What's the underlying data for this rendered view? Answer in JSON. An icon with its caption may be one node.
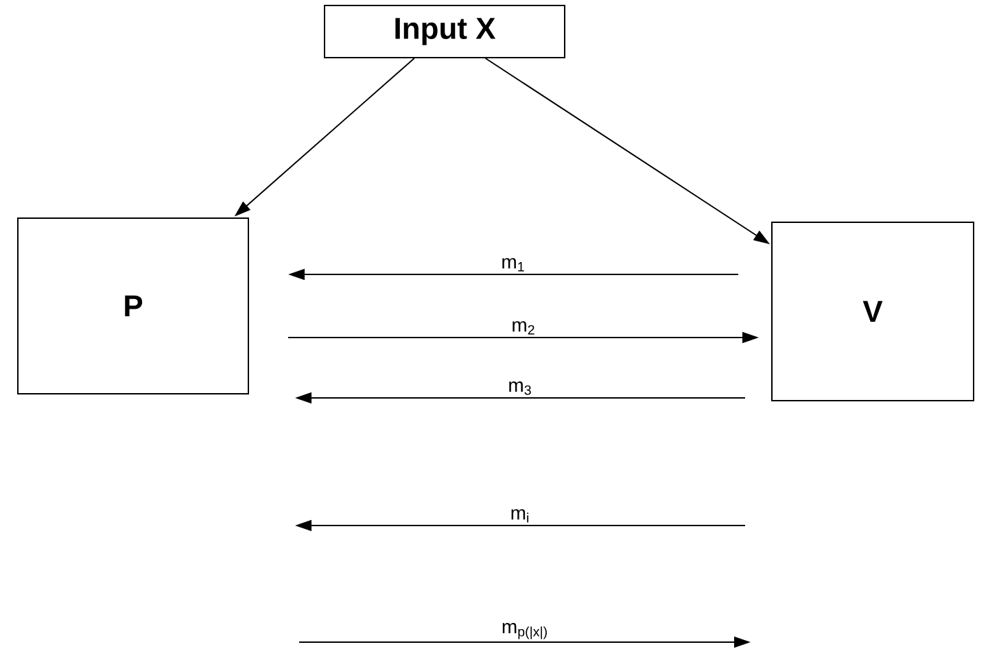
{
  "diagram": {
    "nodes": [
      {
        "text": [
          "Input X"
        ]
      },
      {
        "text": [
          "P"
        ]
      },
      {
        "text": [
          "V"
        ]
      }
    ],
    "edges": [
      {
        "from": 0,
        "to": 1,
        "arrow": "to"
      },
      {
        "from": 0,
        "to": 2,
        "arrow": "to"
      }
    ],
    "labels": [
      "m$_{1}$",
      "m$_{2}$",
      "m$_{3}$",
      "m$_{i}$",
      "m$_{p(|x|)}$"
    ]
  }
}
